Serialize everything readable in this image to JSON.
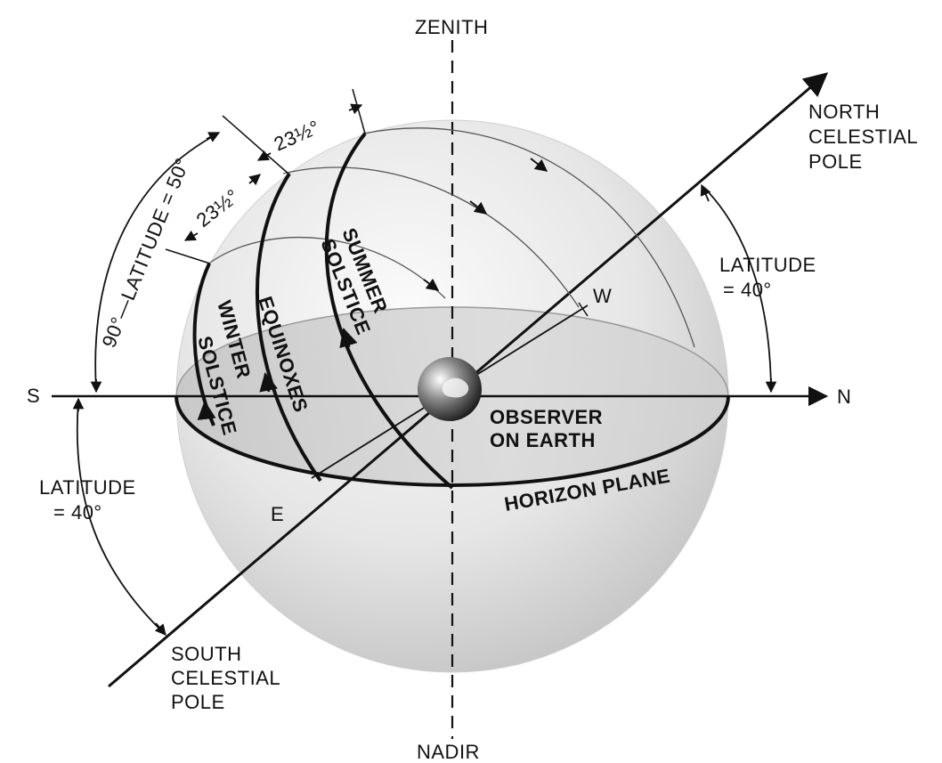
{
  "directions": {
    "zenith": "ZENITH",
    "nadir": "NADIR",
    "south": "S",
    "north": "N",
    "east": "E",
    "west": "W"
  },
  "poles": {
    "north_line1": "NORTH",
    "north_line2": "CELESTIAL",
    "north_line3": "POLE",
    "south_line1": "SOUTH",
    "south_line2": "CELESTIAL",
    "south_line3": "POLE"
  },
  "angles": {
    "latitude_right_line1": "LATITUDE",
    "latitude_right_line2": "= 40°",
    "latitude_left_line1": "LATITUDE",
    "latitude_left_line2": "= 40°",
    "colatitude": "90°—LATITUDE = 50°",
    "tilt_upper": "23½°",
    "tilt_lower": "23½°"
  },
  "paths": {
    "summer_line1": "SUMMER",
    "summer_line2": "SOLSTICE",
    "equinoxes": "EQUINOXES",
    "winter_line1": "WINTER",
    "winter_line2": "SOLSTICE"
  },
  "observer": {
    "line1": "OBSERVER",
    "line2": "ON EARTH"
  },
  "horizon": "HORIZON PLANE",
  "colors": {
    "ink": "#111111",
    "sphere_light": "#f2f2f2",
    "sphere_dark": "#b9b9b9",
    "horizon_fill": "#cfcfcf"
  }
}
